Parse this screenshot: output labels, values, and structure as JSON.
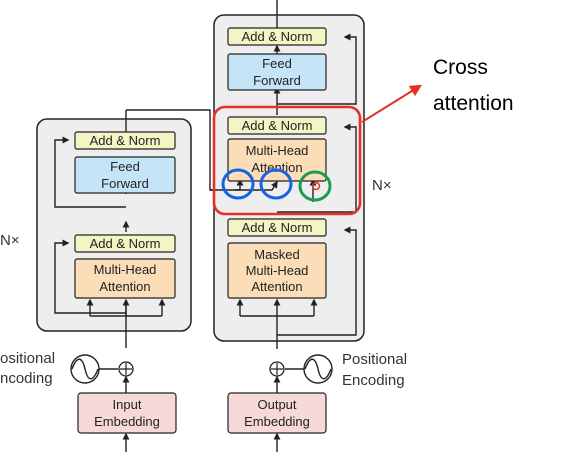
{
  "encoder": {
    "add_norm_top": "Add & Norm",
    "ff_line1": "Feed",
    "ff_line2": "Forward",
    "add_norm_bottom": "Add & Norm",
    "mha_line1": "Multi-Head",
    "mha_line2": "Attention",
    "repeat": "N×",
    "pos_line1": "ositional",
    "pos_line2": "ncoding",
    "embed_line1": "Input",
    "embed_line2": "Embedding"
  },
  "decoder": {
    "add_norm_1": "Add & Norm",
    "ff_line1": "Feed",
    "ff_line2": "Forward",
    "add_norm_2": "Add & Norm",
    "cross_line1": "Multi-Head",
    "cross_line2": "Attention",
    "add_norm_3": "Add & Norm",
    "masked_line1": "Masked",
    "masked_line2": "Multi-Head",
    "masked_line3": "Attention",
    "repeat": "N×",
    "pos_line1": "Positional",
    "pos_line2": "Encoding",
    "embed_line1": "Output",
    "embed_line2": "Embedding"
  },
  "annotation": {
    "line1": "Cross",
    "line2": "attention",
    "highlight_color": "#e03326",
    "circle_blue": "#1565e0",
    "circle_green": "#1e9c4e"
  },
  "colors": {
    "add_norm": "#f3f5c4",
    "feed_forward": "#c5e4f7",
    "attention": "#fbddb8",
    "embedding": "#f8d9d9",
    "stack_bg": "#eeeeee"
  }
}
